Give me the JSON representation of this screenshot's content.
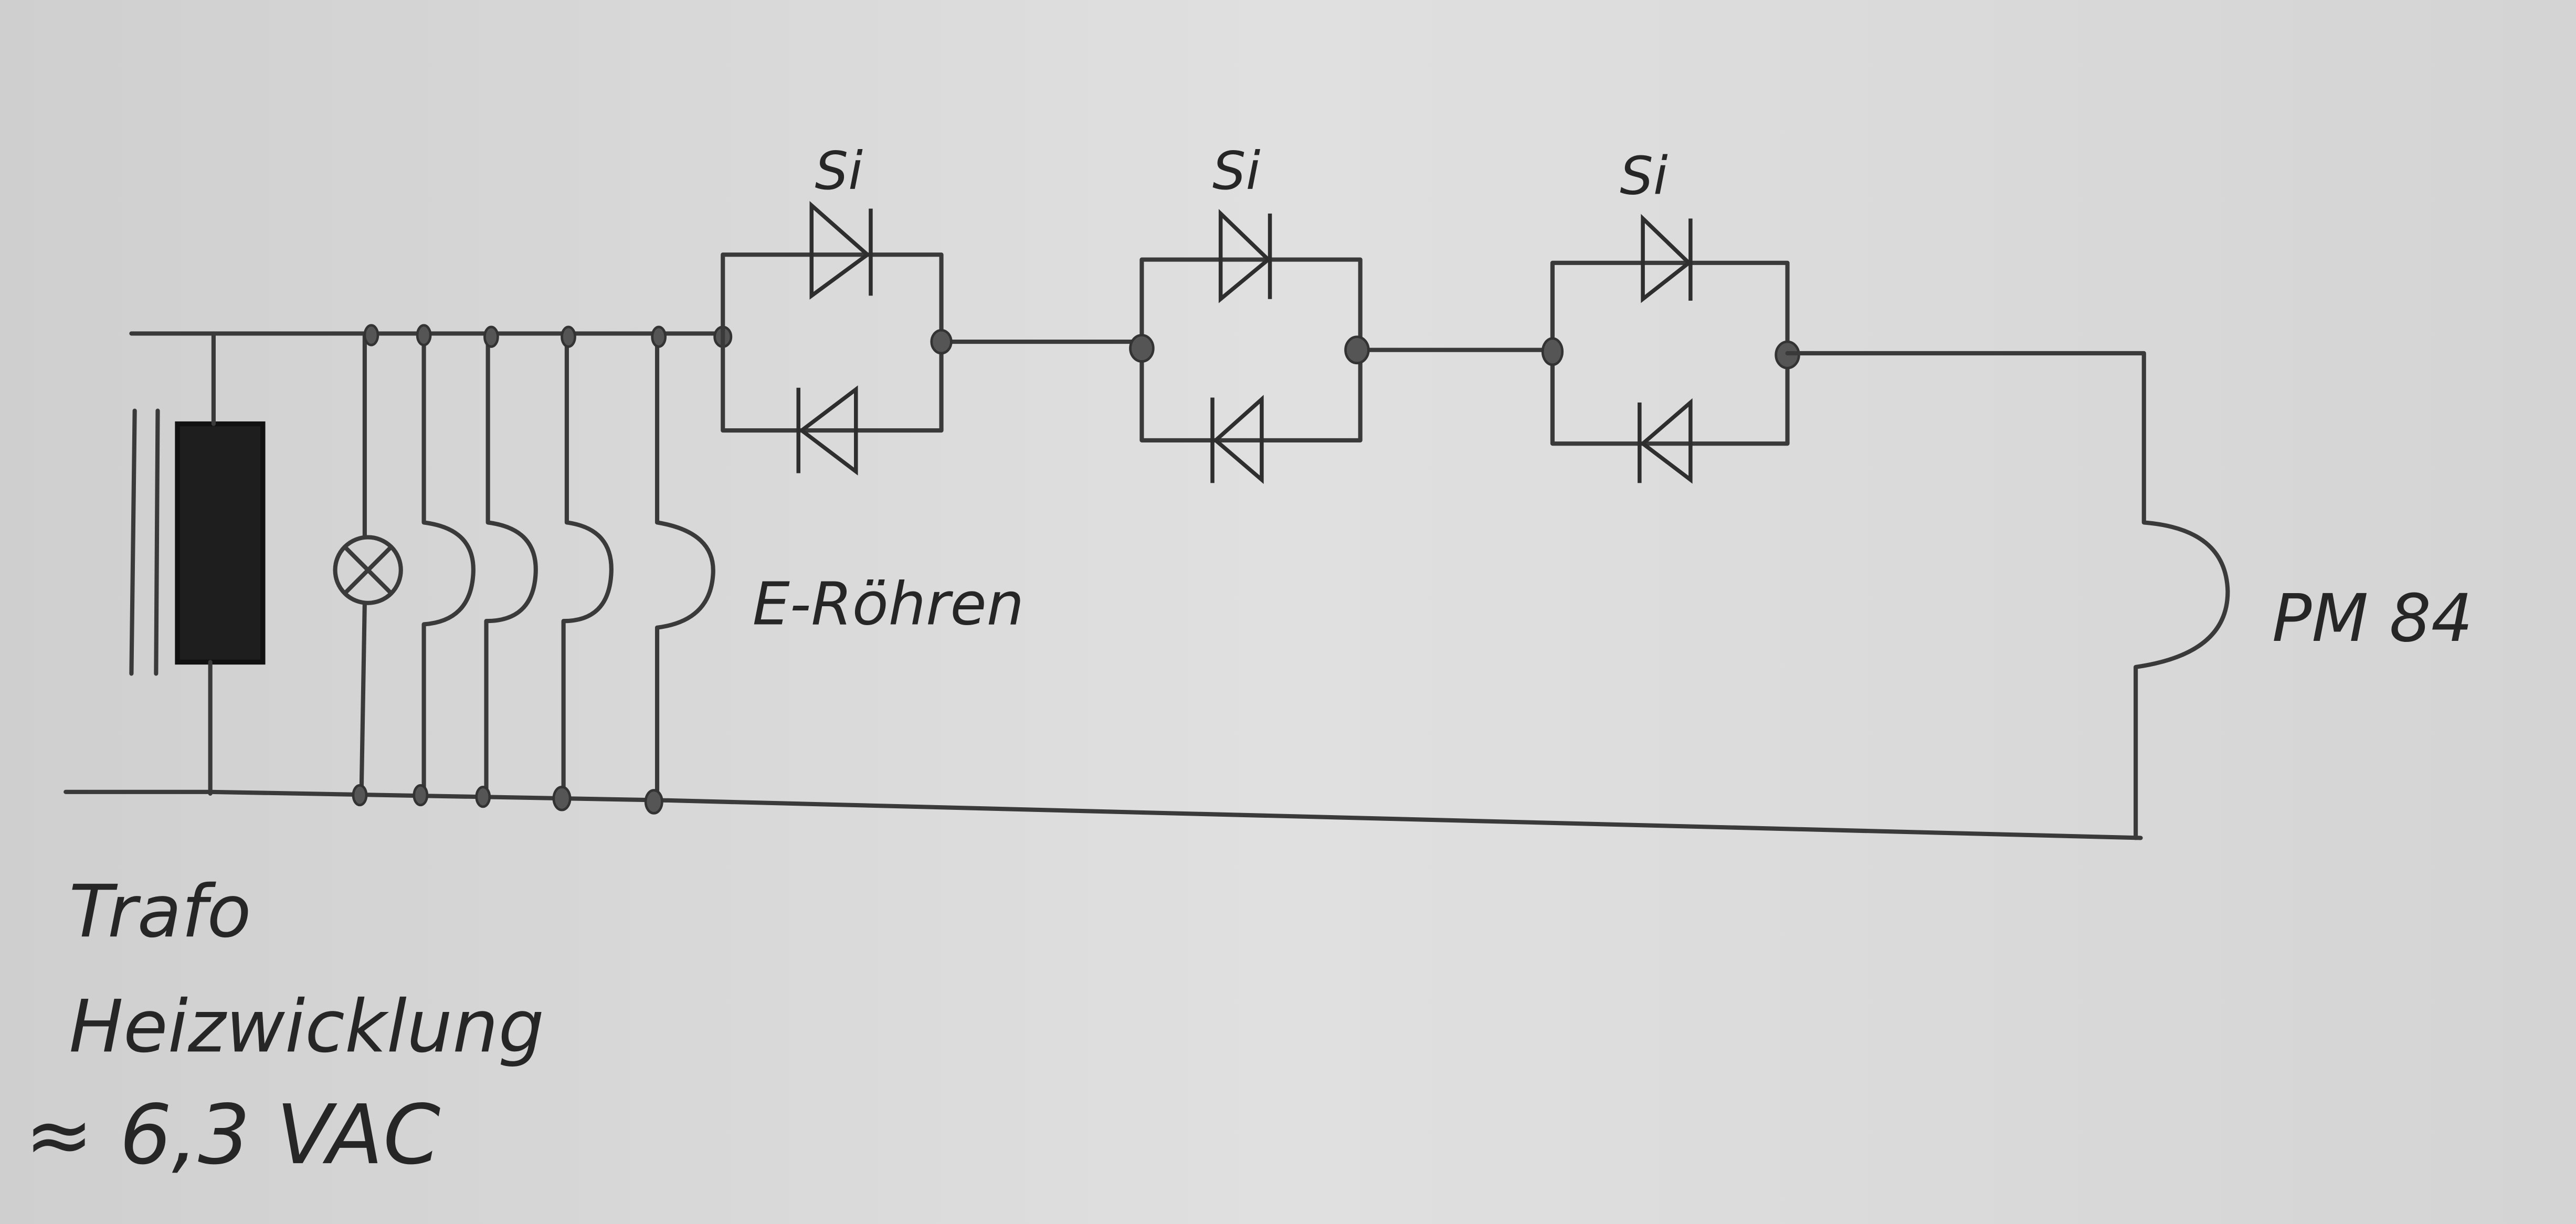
{
  "diagram": {
    "title_labels": {
      "diode_label": "Si",
      "tubes_label": "E-Röhren",
      "load_label": "PM 84",
      "trafo_line1": "Trafo",
      "trafo_line2": "Heizwicklung",
      "voltage": "≈ 6,3 VAC"
    },
    "diode_blocks": [
      {
        "label": "Si"
      },
      {
        "label": "Si"
      },
      {
        "label": "Si"
      }
    ],
    "colors": {
      "paper": "#dcdcdc",
      "ink": "#2e2e2e"
    }
  }
}
